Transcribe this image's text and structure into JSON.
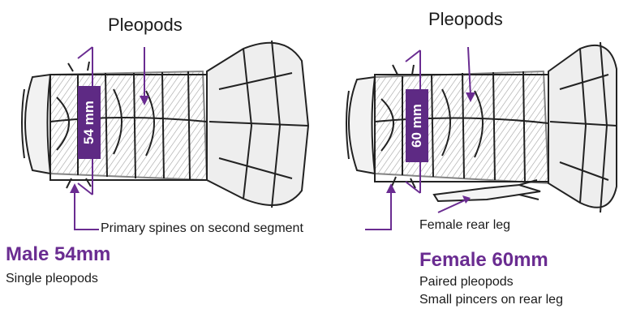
{
  "labels": {
    "pleopods_left": "Pleopods",
    "pleopods_right": "Pleopods",
    "spines_caption": "Primary spines on second segment",
    "female_rear_leg": "Female rear leg"
  },
  "male": {
    "measure": "54 mm",
    "title": "Male 54mm",
    "description_lines": [
      "Single pleopods"
    ]
  },
  "female": {
    "measure": "60 mm",
    "title": "Female 60mm",
    "description_lines": [
      "Paired pleopods",
      "Small pincers on rear leg"
    ]
  },
  "colors": {
    "accent_purple": "#6a2c91",
    "measure_bar": "#5e2a84",
    "ink": "#1a1a1a"
  }
}
